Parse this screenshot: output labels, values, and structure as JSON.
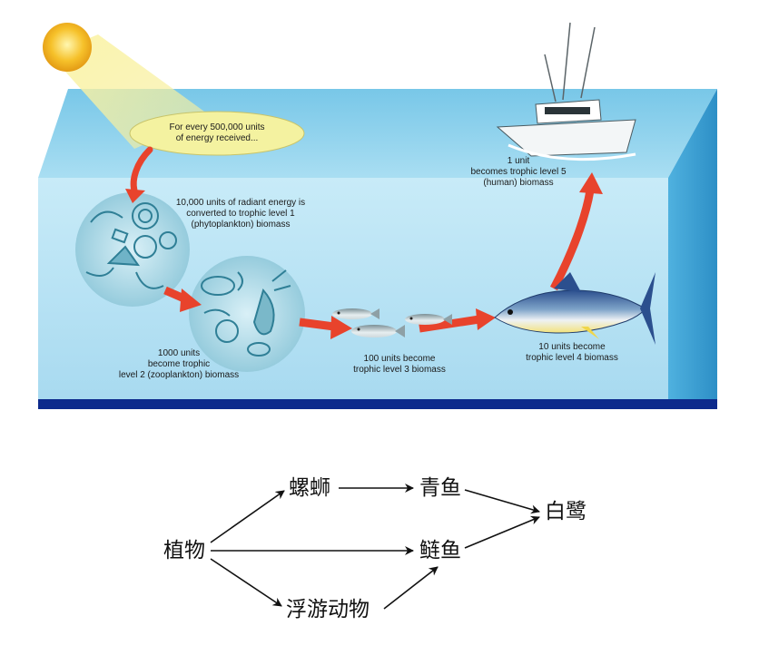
{
  "ecology_diagram": {
    "labels": {
      "sun_callout": [
        "For every 500,000 units",
        "of energy received..."
      ],
      "level1": [
        "10,000 units of radiant energy is",
        "converted to trophic level 1",
        "(phytoplankton) biomass"
      ],
      "level2": [
        "1000 units",
        "become trophic",
        "level 2 (zooplankton) biomass"
      ],
      "level3": [
        "100 units become",
        "trophic level 3 biomass"
      ],
      "level4": [
        "10 units become",
        "trophic level 4 biomass"
      ],
      "level5": [
        "1 unit",
        "becomes trophic level 5",
        "(human) biomass"
      ]
    },
    "colors": {
      "water_top": "#9ed9ef",
      "water_front": "#bfe7f6",
      "bottom_bar": "#0d2a8c",
      "arrow": "#e8432c",
      "sun": "#f6c12a",
      "callout": "#f4f2a0"
    }
  },
  "food_web": {
    "nodes": {
      "plants": "植物",
      "snail": "螺蛳",
      "zooplankton": "浮游动物",
      "black_carp": "青鱼",
      "silver_carp": "鲢鱼",
      "egret": "白鹭"
    },
    "edges": [
      [
        "plants",
        "snail"
      ],
      [
        "plants",
        "silver_carp"
      ],
      [
        "plants",
        "zooplankton"
      ],
      [
        "snail",
        "black_carp"
      ],
      [
        "zooplankton",
        "silver_carp"
      ],
      [
        "black_carp",
        "egret"
      ],
      [
        "silver_carp",
        "egret"
      ]
    ]
  }
}
